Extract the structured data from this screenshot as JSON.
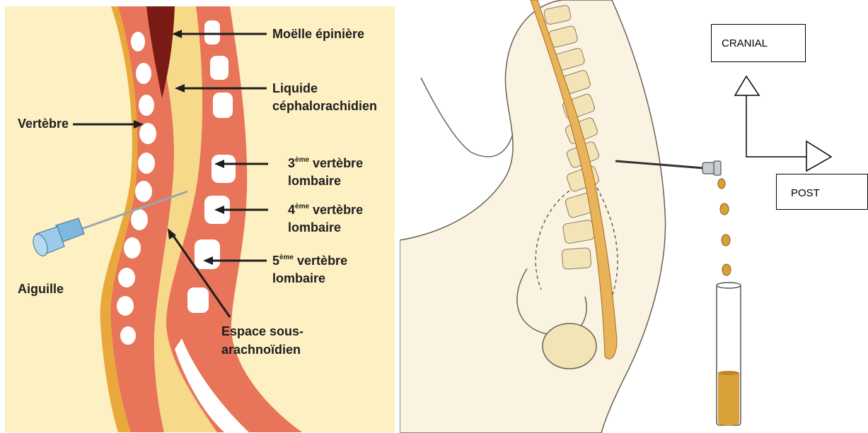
{
  "left_diagram": {
    "labels": {
      "moelle": "Moëlle épinière",
      "liquide_1": "Liquide",
      "liquide_2": "céphalorachidien",
      "vertebre": "Vertèbre",
      "v3_num": "3",
      "v3_sup": "ème",
      "v3_rest": " vertèbre",
      "v3_line2": "lombaire",
      "v4_num": "4",
      "v4_sup": "ème",
      "v4_rest": " vertèbre",
      "v4_line2": "lombaire",
      "v5_num": "5",
      "v5_sup": "ème",
      "v5_rest": " vertèbre",
      "v5_line2": "lombaire",
      "aiguille": "Aiguille",
      "espace_1": "Espace sous-",
      "espace_2": "arachnoïdien"
    },
    "colors": {
      "background": "#fdf0c2",
      "csf": "#f7d98a",
      "tissue": "#e8745a",
      "spinal_cord": "#7a1a14",
      "skin": "#e9a83c",
      "needle_hub": "#7fb8dc"
    }
  },
  "right_diagram": {
    "orientation": {
      "cranial": "CRANIAL",
      "post": "POST"
    },
    "colors": {
      "skin": "#fbf3e2",
      "csf": "#e9b35a",
      "vertebra": "#f3e4b8",
      "tube_fluid": "#d9a03a"
    }
  }
}
